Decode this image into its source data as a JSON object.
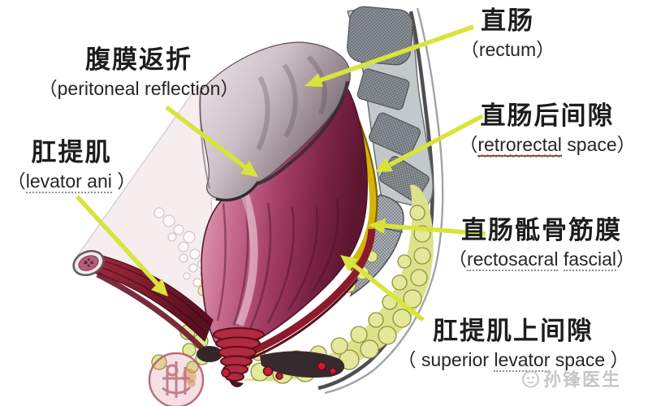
{
  "palette": {
    "background": "#ffffff",
    "arrow": "#d9e43a",
    "text": "#1d1d1d",
    "rectum_dark": "#6f1f3d",
    "rectum_light": "#e8b3c4",
    "peritoneum_gray": "#cdbfc6",
    "bone_gray": "#969da2",
    "fascia_yellow": "#d6b40a",
    "fat_yellow_green": "#e4e89b",
    "fat_outline": "#8f923f",
    "muscle_red": "#8c1a2c",
    "seal_pink": "#b25f6f",
    "watermark_gray": "#c6c6c6"
  },
  "labels": {
    "rectum": {
      "zh": "直肠",
      "en": {
        "pre": "（rectum）"
      }
    },
    "peritoneal_reflection": {
      "zh": "腹膜返折",
      "en": {
        "pre": "（peritoneal reflection）"
      }
    },
    "levator_ani": {
      "zh": "肛提肌",
      "en": {
        "pre": "（",
        "u1": "levator ani",
        "post": " ）"
      }
    },
    "retrorectal_space": {
      "zh": "直肠后间隙",
      "en": {
        "pre": "（",
        "u1": "retrorectal",
        "post": " space）"
      }
    },
    "rectosacral_fascia": {
      "zh": "直肠骶骨筋膜",
      "en": {
        "pre": "（",
        "u1": "rectosacral",
        "mid": " ",
        "u2": "fascial",
        "post": "）"
      }
    },
    "superior_levator_space": {
      "zh": "肛提肌上间隙",
      "en": {
        "pre": "（ superior ",
        "u1": "levator",
        "post": " space ）"
      }
    }
  },
  "watermark": {
    "text": "孙锋医生"
  }
}
